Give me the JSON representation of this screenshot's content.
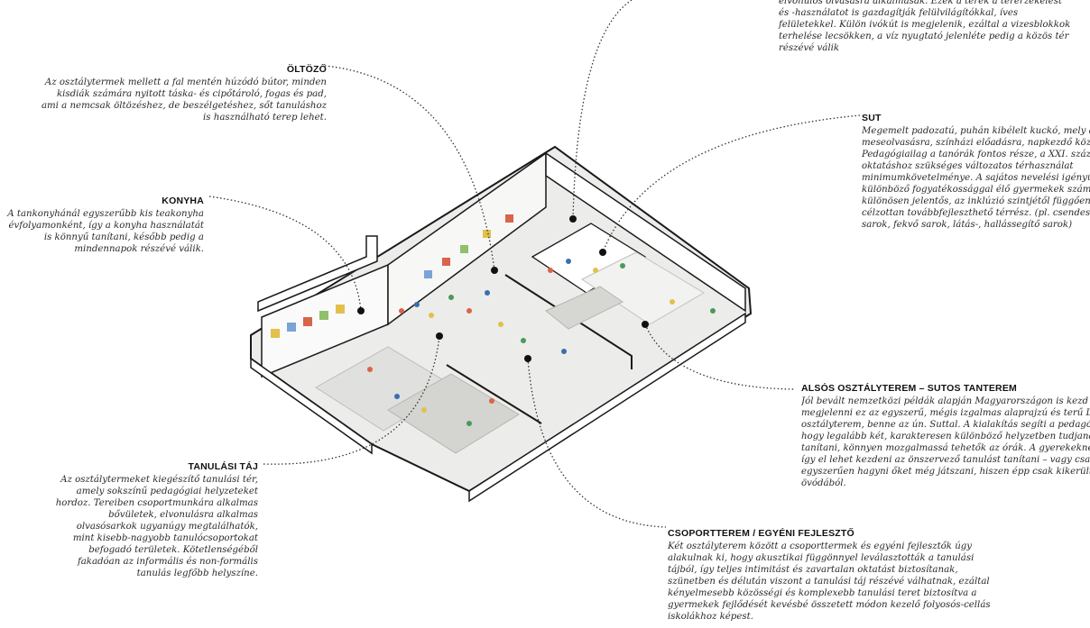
{
  "labels": {
    "top": {
      "body": "elvonulós olvasásra alkalmasak. Ezek a terek a térérzékelést\nés -használatot is gazdagítják felülvilágítókkal, íves\nfelületekkel. Külön ivókút is megjelenik, ezáltal a vizesblokkok\nterhelése lecsökken, a víz nyugtató jelenléte pedig a közös tér\nrészévé válik"
    },
    "oltozo": {
      "title": "ÖLTÖZŐ",
      "body": "Az osztálytermek mellett a fal mentén húzódó bútor, minden\nkisdiák számára nyitott táska- és cipőtároló, fogas és pad,\nami a nemcsak öltözéshez, de beszélgetéshez, sőt tanuláshoz\nis használható terep lehet."
    },
    "konyha": {
      "title": "KONYHA",
      "body": "A tankonyhánál egyszerűbb kis teakonyha\névfolyamonként, így a konyha használatát\nis könnyű tanítani, később pedig a\nmindennapok részévé válik."
    },
    "sut": {
      "title": "SUT",
      "body": "Megemelt padozatú, puhán kibélelt kuckó, mely alk\nmeseolvasásra, színházi előadásra, napkezdő közö\nPedagógiailag a tanórák fontos része, a XXI. század\noktatáshoz szükséges változatos térhasználat\nminimumkövetelménye. A sajátos nevelési igényű\nkülönböző fogyatékossággal élő gyermekek számár\nkülönösen jelentős, az inklúzió szintjétől függően a\ncélzottan továbbfejleszthető térrész. (pl. csendes, n\nsarok, fekvő sarok, látás-, hallássegítő sarok)"
    },
    "also": {
      "title": "ALSÓS OSZTÁLYTEREM – SUTOS TANTEREM",
      "body": "Jól bevált nemzetközi példák alapján Magyarországon is kezd\nmegjelenni ez az egyszerű, mégis izgalmas alaprajzú és terű L-a\nosztályterem, benne az ún. Suttal. A kialakítás segíti a pedagógu\nhogy legalább két, karakteresen különböző helyzetben tudjanak\ntanítani, könnyen mozgalmassá tehetők az órák. A gyerekeknek\nígy el lehet kezdeni az önszervező tanulást tanítani – vagy csak\negyszerűen hagyni őket még játszani, hiszen épp csak kikerültek\növódából."
    },
    "tanulasi": {
      "title": "TANULÁSI TÁJ",
      "body": "Az osztálytermeket kiegészítő tanulási tér,\namely sokszínű pedagógiai helyzeteket\nhordoz. Tereiben csoportmunkára alkalmas\nbővületek, elvonulásra alkalmas\nolvasósarkok ugyanúgy megtalálhatók,\nmint kisebb-nagyobb tanulócsoportokat\nbefogadó területek. Kötetlenségéből\nfakadóan az informális és non-formális\ntanulás legfőbb helyszíne."
    },
    "csoport": {
      "title": "CSOPORTTEREM / EGYÉNI FEJLESZTŐ",
      "body": "Két osztályterem között a csoporttermek és egyéni fejlesztők úgy\nalakulnak ki, hogy akusztikai függönnyel leválasztották a tanulási\ntájból, így teljes intimitást és zavartalan oktatást biztosítanak,\nszünetben és délután viszont a tanulási táj részévé válhatnak, ezáltal\nkényelmesebb közösségi és komplexebb tanulási teret biztosítva a\ngyermekek fejlődését kevésbé összetett módon kezelő folyosós-cellás\niskolákhoz képest."
    }
  },
  "colors": {
    "ink": "#111111",
    "wall": "#ffffff",
    "floor": "#ededeb",
    "rug": "#cfcfcc",
    "outline": "#1a1a1a"
  }
}
